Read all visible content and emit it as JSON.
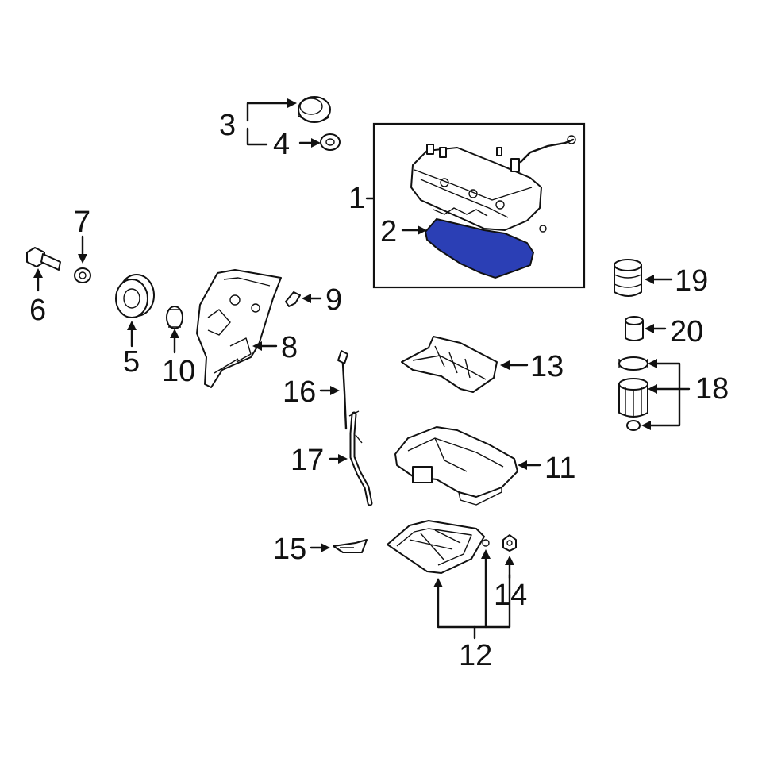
{
  "diagram": {
    "highlight_color": "#2b3fb5",
    "callouts": [
      "1",
      "2",
      "3",
      "4",
      "5",
      "6",
      "7",
      "8",
      "9",
      "10",
      "11",
      "12",
      "13",
      "14",
      "15",
      "16",
      "17",
      "18",
      "19",
      "20"
    ],
    "parts": [
      {
        "id": 1,
        "icon": "valve-cover-assembly-icon"
      },
      {
        "id": 2,
        "icon": "valve-cover-gasket-icon",
        "highlighted": true
      },
      {
        "id": 3,
        "icon": "oil-filler-cap-icon"
      },
      {
        "id": 4,
        "icon": "cap-seal-icon"
      },
      {
        "id": 5,
        "icon": "crankshaft-pulley-icon"
      },
      {
        "id": 6,
        "icon": "pulley-bolt-icon"
      },
      {
        "id": 7,
        "icon": "washer-icon"
      },
      {
        "id": 8,
        "icon": "timing-cover-icon"
      },
      {
        "id": 9,
        "icon": "clip-icon"
      },
      {
        "id": 10,
        "icon": "crank-seal-icon"
      },
      {
        "id": 11,
        "icon": "upper-oil-pan-icon"
      },
      {
        "id": 12,
        "icon": "lower-oil-pan-icon"
      },
      {
        "id": 13,
        "icon": "baffle-icon"
      },
      {
        "id": 14,
        "icon": "drain-plug-icon"
      },
      {
        "id": 15,
        "icon": "oil-pickup-icon"
      },
      {
        "id": 16,
        "icon": "dipstick-icon"
      },
      {
        "id": 17,
        "icon": "dipstick-tube-icon"
      },
      {
        "id": 18,
        "icon": "oil-filter-assembly-icon"
      },
      {
        "id": 19,
        "icon": "oil-filter-element-icon"
      },
      {
        "id": 20,
        "icon": "oil-filter-cap-icon"
      }
    ]
  }
}
